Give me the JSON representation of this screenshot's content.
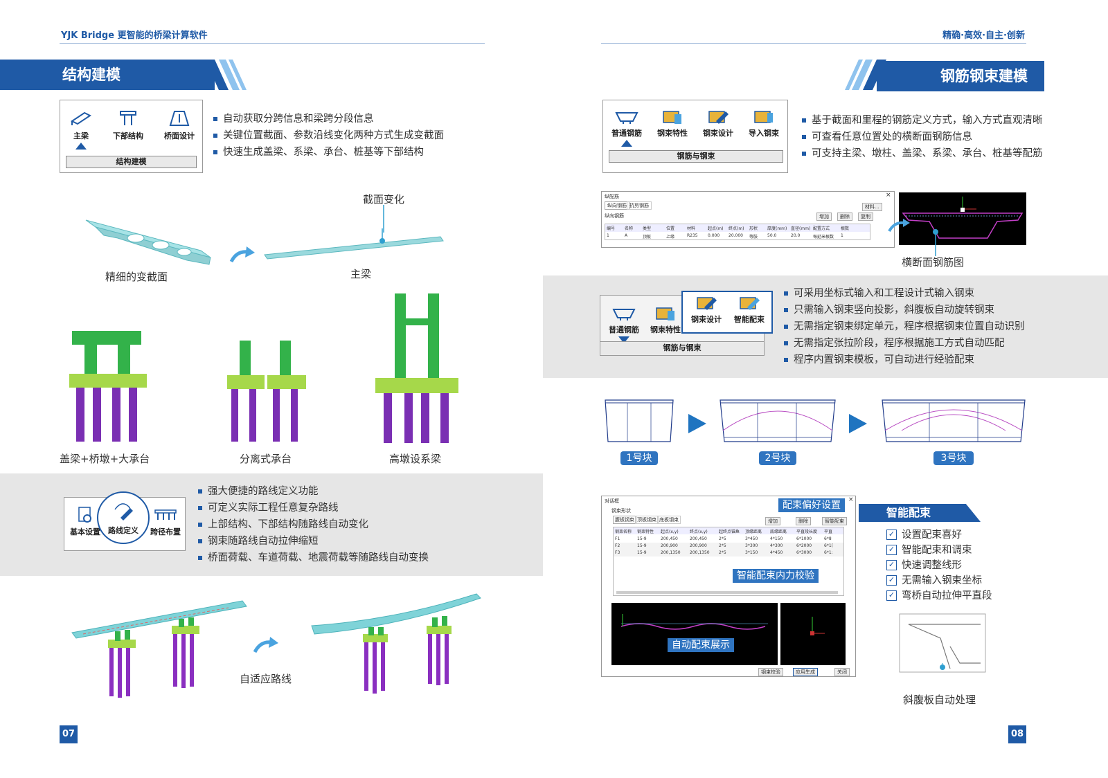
{
  "left_page": {
    "header": "YJK Bridge 更智能的桥梁计算软件",
    "section1": {
      "title": "结构建模",
      "toolbar": {
        "items": [
          "主梁",
          "下部结构",
          "桥面设计"
        ],
        "footer": "结构建模"
      },
      "bullets": [
        "自动获取分跨信息和梁跨分段信息",
        "关键位置截面、参数沿线变化两种方式生成变截面",
        "快速生成盖梁、系梁、承台、桩基等下部结构"
      ],
      "captions": {
        "refined": "精细的变截面",
        "section_change": "截面变化",
        "main_beam": "主梁",
        "sub1": "盖梁+桥墩+大承台",
        "sub2": "分离式承台",
        "sub3": "高墩设系梁"
      }
    },
    "section2": {
      "toolbar": {
        "items": [
          "基本设置",
          "路线定义",
          "跨径布置"
        ]
      },
      "bullets": [
        "强大便捷的路线定义功能",
        "可定义实际工程任意复杂路线",
        "上部结构、下部结构随路线自动变化",
        "钢束随路线自动拉伸缩短",
        "桥面荷载、车道荷载、地震荷载等随路线自动变换"
      ],
      "caption": "自适应路线"
    },
    "page_number": "07"
  },
  "right_page": {
    "header": "精确·高效·自主·创新",
    "section1": {
      "title": "钢筋钢束建模",
      "toolbar": {
        "items": [
          "普通钢筋",
          "钢束特性",
          "钢束设计",
          "导入钢束"
        ],
        "footer": "钢筋与钢束"
      },
      "bullets": [
        "基于截面和里程的钢筋定义方式，输入方式直观清晰",
        "可查看任意位置处的横断面钢筋信息",
        "可支持主梁、墩柱、盖梁、系梁、承台、桩基等配筋"
      ],
      "dialog": {
        "title": "纵配筋",
        "tabs": [
          "纵向钢筋",
          "抗剪钢筋"
        ],
        "label": "纵向钢筋",
        "buttons": [
          "材料...",
          "增加",
          "删除",
          "复制"
        ],
        "headers": [
          "编号",
          "名称",
          "类型",
          "位置",
          "材料",
          "起点(m)",
          "终点(m)",
          "形状",
          "厚度(mm)",
          "直径(mm)",
          "配置方式",
          "根数"
        ],
        "row": [
          "1",
          "A",
          "顶板",
          "上缘",
          "R235",
          "0.000",
          "20.000",
          "等肢",
          "50.0",
          "20.0",
          "每延米根数",
          "1"
        ]
      },
      "cross_section_caption": "横断面钢筋图"
    },
    "section2": {
      "toolbar": {
        "items": [
          "普通钢筋",
          "钢束特性",
          "钢束设计",
          "智能配束"
        ],
        "footer": "钢筋与钢束"
      },
      "bullets": [
        "可采用坐标式输入和工程设计式输入钢束",
        "只需输入钢束竖向投影，斜腹板自动旋转钢束",
        "无需指定钢束绑定单元，程序根据钢束位置自动识别",
        "无需指定张拉阶段，程序根据施工方式自动匹配",
        "程序内置钢束模板，可自动进行经验配束"
      ],
      "blocks": [
        "1号块",
        "2号块",
        "3号块"
      ]
    },
    "section3": {
      "dialog": {
        "title": "对话框",
        "sub": "钢束形状",
        "tabs": [
          "腹板钢束",
          "顶板钢束",
          "底板钢束"
        ],
        "buttons": [
          "增加",
          "删除",
          "智能配束"
        ],
        "headers": [
          "钢束名称",
          "钢束特性",
          "起点(x,y)",
          "终点(x,y)",
          "起终点锚鱼",
          "顶缘距离",
          "底缘距离",
          "平直段长度",
          "平直"
        ],
        "rows": [
          [
            "F1",
            "15-9",
            "200,450",
            "200,450",
            "2*5",
            "3*450",
            "4*150",
            "6*1000",
            "6*8"
          ],
          [
            "F2",
            "15-9",
            "200,900",
            "200,900",
            "2*5",
            "3*300",
            "4*300",
            "6*2000",
            "6*1("
          ],
          [
            "F3",
            "15-9",
            "200,1350",
            "200,1350",
            "2*5",
            "3*150",
            "4*450",
            "6*3000",
            "6*1:"
          ]
        ],
        "bottom_buttons": [
          "钢束校验",
          "应用生成",
          "关闭"
        ],
        "tag_pref": "配束偏好设置",
        "tag_check": "智能配束内力校验",
        "tag_display": "自动配束展示"
      },
      "title": "智能配束",
      "checks": [
        "设置配束喜好",
        "智能配束和调束",
        "快速调整线形",
        "无需输入钢束坐标",
        "弯桥自动拉伸平直段"
      ],
      "web_caption": "斜腹板自动处理"
    },
    "page_number": "08"
  },
  "colors": {
    "brand_blue": "#1f5aa6",
    "accent_light_blue": "#8fc3ee",
    "pier_green": "#33b24a",
    "cap_lime": "#a6d84a",
    "pile_purple": "#7a2fb3",
    "deck_cyan": "#7fd3d8",
    "gray_band": "#e6e6e6"
  }
}
